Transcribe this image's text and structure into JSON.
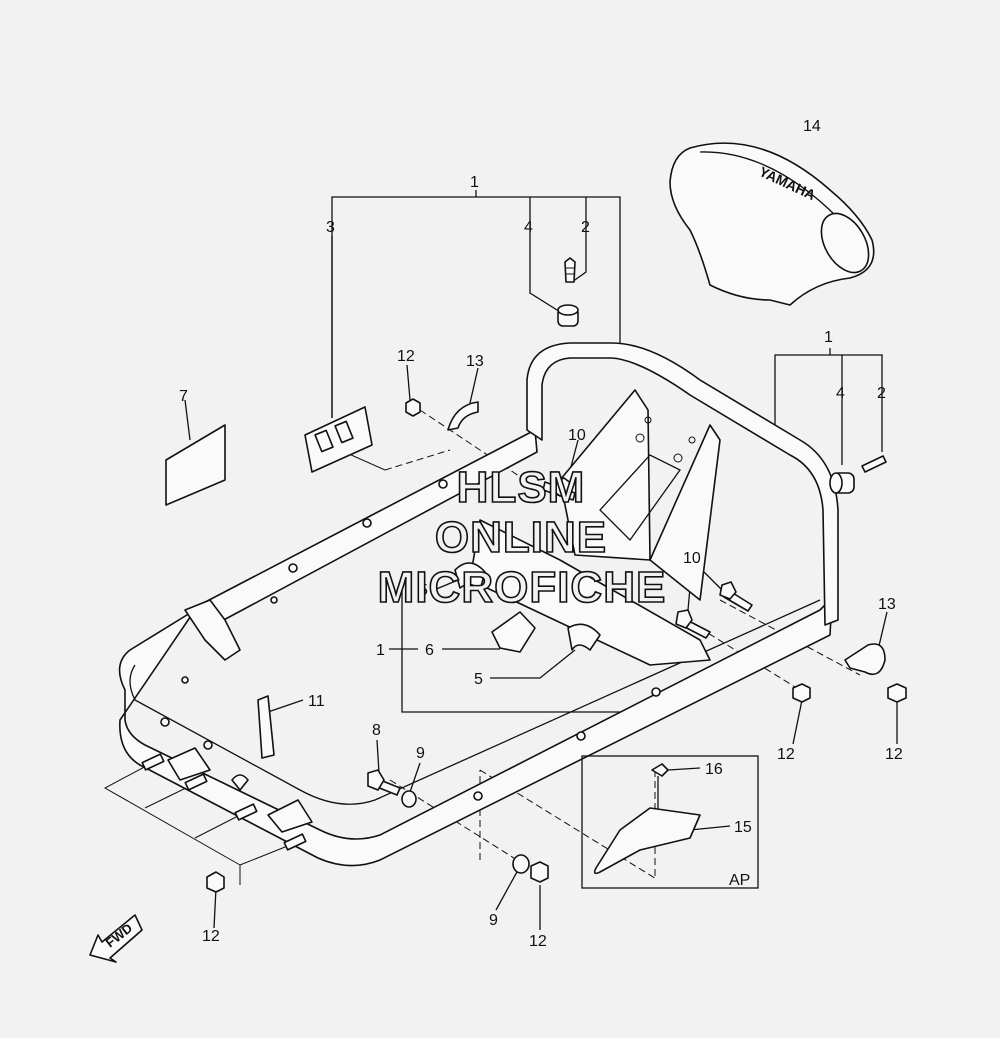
{
  "callouts": {
    "c1_top": "1",
    "c2_top": "2",
    "c3": "3",
    "c4_top": "4",
    "c14": "14",
    "c1_right": "1",
    "c4_right": "4",
    "c2_right": "2",
    "c12_a": "12",
    "c13_a": "13",
    "c7": "7",
    "c10_a": "10",
    "c10_b": "10",
    "c5_a": "5",
    "c1_mid": "1",
    "c6": "6",
    "c5_b": "5",
    "c11": "11",
    "c13_b": "13",
    "c12_b": "12",
    "c12_c": "12",
    "c8": "8",
    "c9_a": "9",
    "c16": "16",
    "c15": "15",
    "ap": "AP",
    "c12_d": "12",
    "c9_b": "9",
    "c12_e": "12"
  },
  "logo_text": "YAMAHA",
  "fwd_text": "FWD",
  "watermark": [
    "HLSM",
    "ONLINE",
    "MICROFICHE"
  ]
}
